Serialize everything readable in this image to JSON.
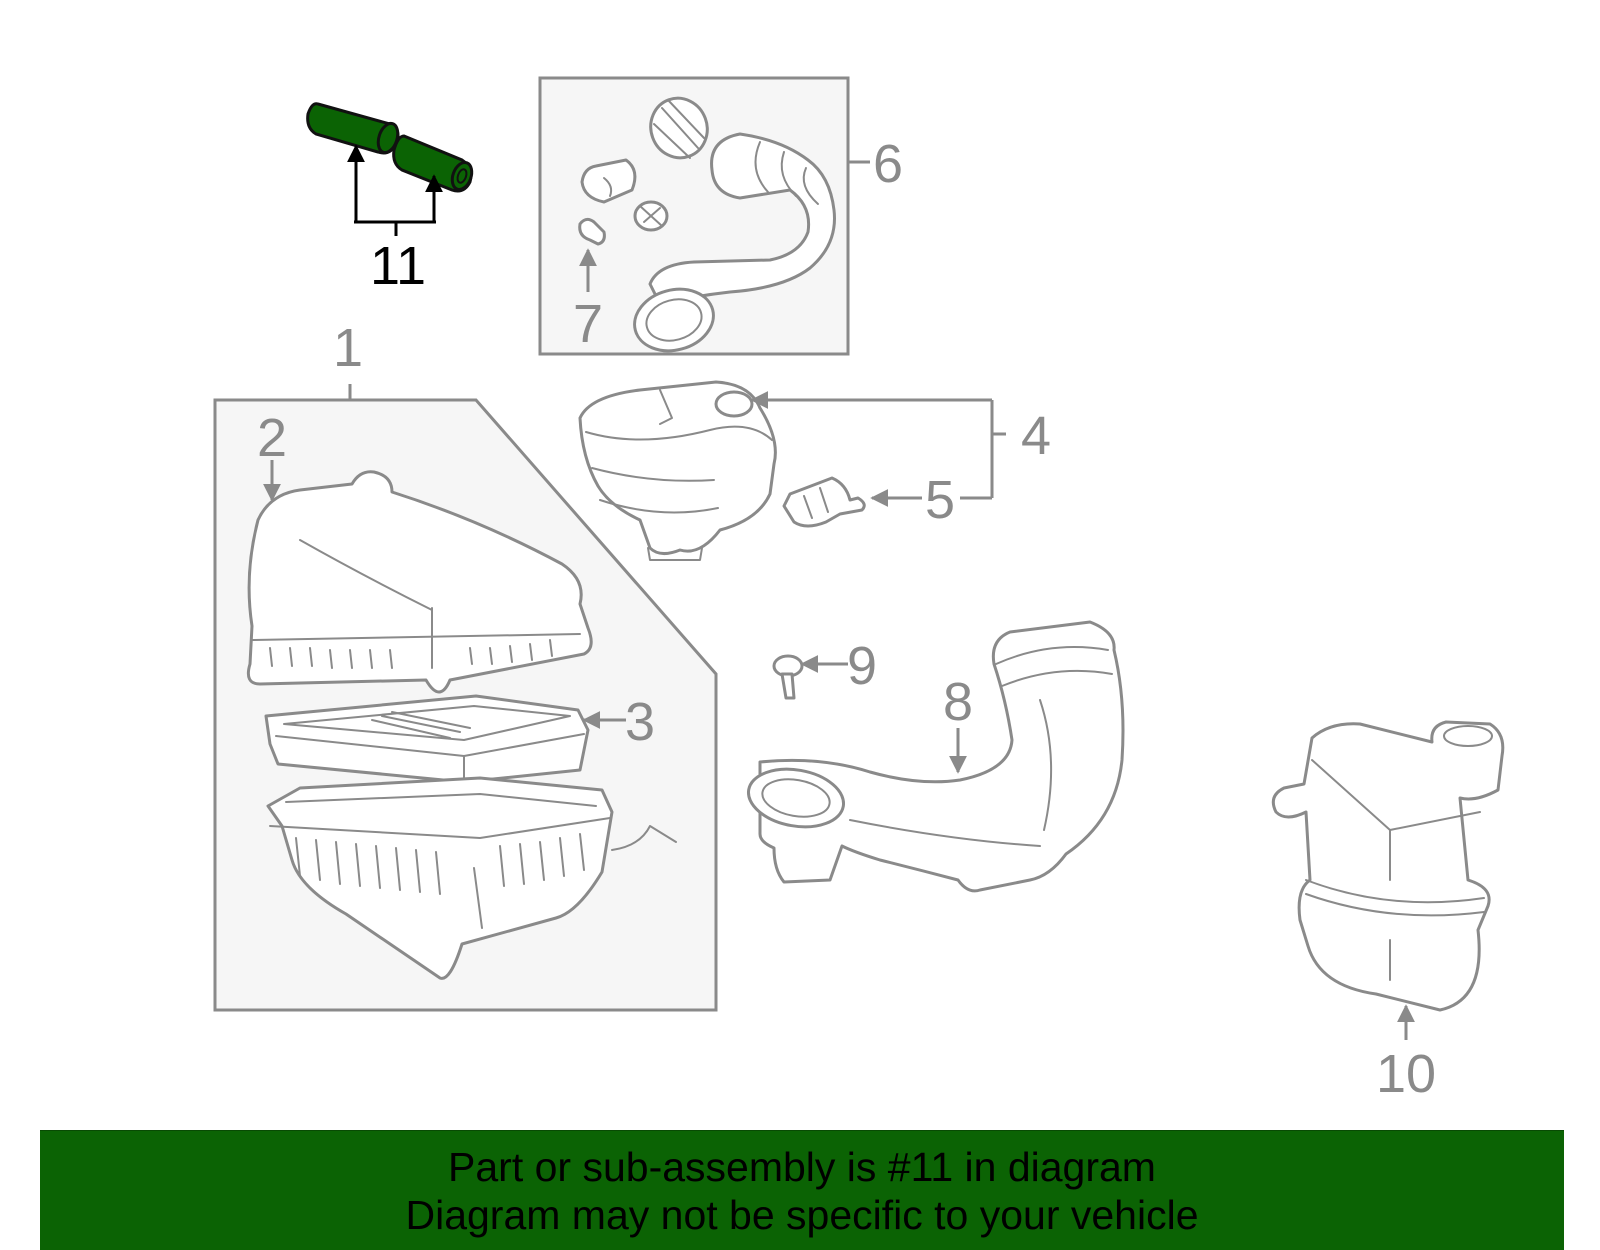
{
  "diagram": {
    "callouts": [
      "1",
      "2",
      "3",
      "4",
      "5",
      "6",
      "7",
      "8",
      "9",
      "10",
      "11"
    ],
    "highlighted_callout": "11",
    "highlight_color": "#0b6304",
    "line_color": "#8a8a8a",
    "group_box_fill": "#f6f6f6"
  },
  "banner": {
    "line1": "Part or sub-assembly is #11 in diagram",
    "line2": "Diagram may not be specific to your vehicle",
    "background_color": "#0b6304"
  }
}
